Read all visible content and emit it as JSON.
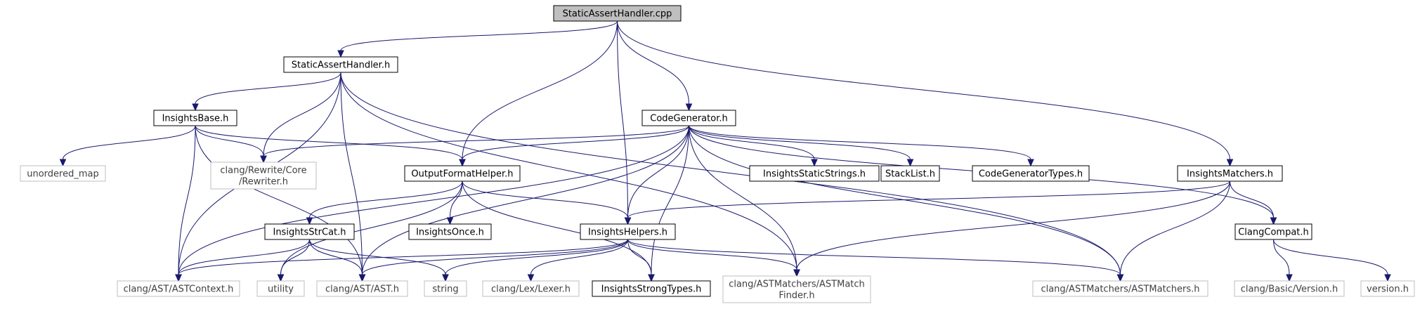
{
  "nodes": [
    {
      "id": "static_assert_handler_cpp",
      "label": "StaticAssertHandler.cpp",
      "kind": "root"
    },
    {
      "id": "static_assert_handler_h",
      "label": "StaticAssertHandler.h",
      "kind": "local"
    },
    {
      "id": "insights_base_h",
      "label": "InsightsBase.h",
      "kind": "local"
    },
    {
      "id": "code_generator_h",
      "label": "CodeGenerator.h",
      "kind": "local"
    },
    {
      "id": "output_format_helper_h",
      "label": "OutputFormatHelper.h",
      "kind": "local"
    },
    {
      "id": "insights_static_strings_h",
      "label": "InsightsStaticStrings.h",
      "kind": "local"
    },
    {
      "id": "stack_list_h",
      "label": "StackList.h",
      "kind": "local"
    },
    {
      "id": "code_generator_types_h",
      "label": "CodeGeneratorTypes.h",
      "kind": "local"
    },
    {
      "id": "insights_matchers_h",
      "label": "InsightsMatchers.h",
      "kind": "local"
    },
    {
      "id": "insights_str_cat_h",
      "label": "InsightsStrCat.h",
      "kind": "local"
    },
    {
      "id": "insights_once_h",
      "label": "InsightsOnce.h",
      "kind": "local"
    },
    {
      "id": "insights_helpers_h",
      "label": "InsightsHelpers.h",
      "kind": "local"
    },
    {
      "id": "clang_compat_h",
      "label": "ClangCompat.h",
      "kind": "local"
    },
    {
      "id": "insights_strong_types_h",
      "label": "InsightsStrongTypes.h",
      "kind": "local"
    },
    {
      "id": "unordered_map",
      "label": "unordered_map",
      "kind": "external"
    },
    {
      "id": "clang_rewrite_core_rewriter_h",
      "label": [
        "clang/Rewrite/Core",
        "/Rewriter.h"
      ],
      "kind": "external"
    },
    {
      "id": "clang_ast_astcontext_h",
      "label": "clang/AST/ASTContext.h",
      "kind": "external"
    },
    {
      "id": "utility",
      "label": "utility",
      "kind": "external"
    },
    {
      "id": "clang_ast_ast_h",
      "label": "clang/AST/AST.h",
      "kind": "external"
    },
    {
      "id": "string",
      "label": "string",
      "kind": "external"
    },
    {
      "id": "clang_lex_lexer_h",
      "label": "clang/Lex/Lexer.h",
      "kind": "external"
    },
    {
      "id": "clang_astmatchers_astmatchfinder_h",
      "label": [
        "clang/ASTMatchers/ASTMatch",
        "Finder.h"
      ],
      "kind": "external"
    },
    {
      "id": "clang_astmatchers_astmatchers_h",
      "label": "clang/ASTMatchers/ASTMatchers.h",
      "kind": "external"
    },
    {
      "id": "clang_basic_version_h",
      "label": "clang/Basic/Version.h",
      "kind": "external"
    },
    {
      "id": "version_h",
      "label": "version.h",
      "kind": "external"
    }
  ],
  "edges": [
    [
      "static_assert_handler_cpp",
      "static_assert_handler_h"
    ],
    [
      "static_assert_handler_cpp",
      "output_format_helper_h"
    ],
    [
      "static_assert_handler_cpp",
      "insights_helpers_h"
    ],
    [
      "static_assert_handler_cpp",
      "code_generator_h"
    ],
    [
      "static_assert_handler_cpp",
      "insights_matchers_h"
    ],
    [
      "static_assert_handler_h",
      "clang_ast_astcontext_h"
    ],
    [
      "static_assert_handler_h",
      "insights_base_h"
    ],
    [
      "static_assert_handler_h",
      "clang_rewrite_core_rewriter_h"
    ],
    [
      "static_assert_handler_h",
      "clang_ast_ast_h"
    ],
    [
      "static_assert_handler_h",
      "clang_astmatchers_astmatchfinder_h"
    ],
    [
      "static_assert_handler_h",
      "clang_astmatchers_astmatchers_h"
    ],
    [
      "insights_base_h",
      "unordered_map"
    ],
    [
      "insights_base_h",
      "clang_rewrite_core_rewriter_h"
    ],
    [
      "insights_base_h",
      "clang_ast_astcontext_h"
    ],
    [
      "insights_base_h",
      "clang_ast_ast_h"
    ],
    [
      "insights_base_h",
      "output_format_helper_h"
    ],
    [
      "code_generator_h",
      "clang_rewrite_core_rewriter_h"
    ],
    [
      "code_generator_h",
      "clang_ast_astcontext_h"
    ],
    [
      "code_generator_h",
      "output_format_helper_h"
    ],
    [
      "code_generator_h",
      "clang_ast_ast_h"
    ],
    [
      "code_generator_h",
      "insights_helpers_h"
    ],
    [
      "code_generator_h",
      "insights_strong_types_h"
    ],
    [
      "code_generator_h",
      "clang_astmatchers_astmatchfinder_h"
    ],
    [
      "code_generator_h",
      "insights_static_strings_h"
    ],
    [
      "code_generator_h",
      "stack_list_h"
    ],
    [
      "code_generator_h",
      "code_generator_types_h"
    ],
    [
      "code_generator_h",
      "clang_astmatchers_astmatchers_h"
    ],
    [
      "code_generator_h",
      "clang_compat_h"
    ],
    [
      "output_format_helper_h",
      "utility"
    ],
    [
      "output_format_helper_h",
      "insights_str_cat_h"
    ],
    [
      "output_format_helper_h",
      "insights_once_h"
    ],
    [
      "output_format_helper_h",
      "insights_helpers_h"
    ],
    [
      "output_format_helper_h",
      "insights_strong_types_h"
    ],
    [
      "insights_str_cat_h",
      "clang_ast_astcontext_h"
    ],
    [
      "insights_str_cat_h",
      "utility"
    ],
    [
      "insights_str_cat_h",
      "clang_ast_ast_h"
    ],
    [
      "insights_str_cat_h",
      "string"
    ],
    [
      "insights_helpers_h",
      "clang_ast_astcontext_h"
    ],
    [
      "insights_helpers_h",
      "clang_ast_ast_h"
    ],
    [
      "insights_helpers_h",
      "string"
    ],
    [
      "insights_helpers_h",
      "clang_lex_lexer_h"
    ],
    [
      "insights_helpers_h",
      "insights_strong_types_h"
    ],
    [
      "insights_helpers_h",
      "clang_astmatchers_astmatchfinder_h"
    ],
    [
      "insights_helpers_h",
      "clang_astmatchers_astmatchers_h"
    ],
    [
      "insights_matchers_h",
      "insights_helpers_h"
    ],
    [
      "insights_matchers_h",
      "clang_astmatchers_astmatchfinder_h"
    ],
    [
      "insights_matchers_h",
      "clang_astmatchers_astmatchers_h"
    ],
    [
      "insights_matchers_h",
      "clang_compat_h"
    ],
    [
      "clang_compat_h",
      "clang_basic_version_h"
    ],
    [
      "clang_compat_h",
      "version_h"
    ]
  ],
  "colors": {
    "edge": "#191970",
    "root_fill": "#bfbfbf",
    "local_border": "#000000",
    "external_border": "#bfbfbf",
    "external_text": "#3f3f3f"
  }
}
